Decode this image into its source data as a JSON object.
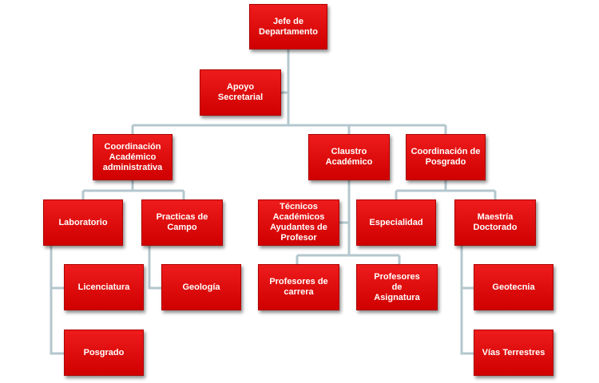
{
  "colors": {
    "box": "#e00000",
    "connector": "#b4c7ce"
  },
  "nodes": {
    "jefe": "Jefe de\nDepartamento",
    "apoyo": "Apoyo Secretarial",
    "coord_acad": "Coordinación\nAcadémico\nadministrativa",
    "claustro": "Claustro\nAcadémico",
    "coord_posgrado": "Coordinación de\nPosgrado",
    "laboratorio": "Laboratorio",
    "practicas": "Practicas de\nCampo",
    "tecnicos": "Técnicos\nAcadémicos\nAyudantes de\nProfesor",
    "especialidad": "Especialidad",
    "maestria": "Maestría\nDoctorado",
    "licenciatura": "Licenciatura",
    "geologia": "Geología",
    "prof_carrera": "Profesores de\ncarrera",
    "prof_asignatura": "Profesores\nde\nAsignatura",
    "geotecnia": "Geotecnia",
    "posgrado": "Posgrado",
    "vias": "Vías Terrestres"
  }
}
